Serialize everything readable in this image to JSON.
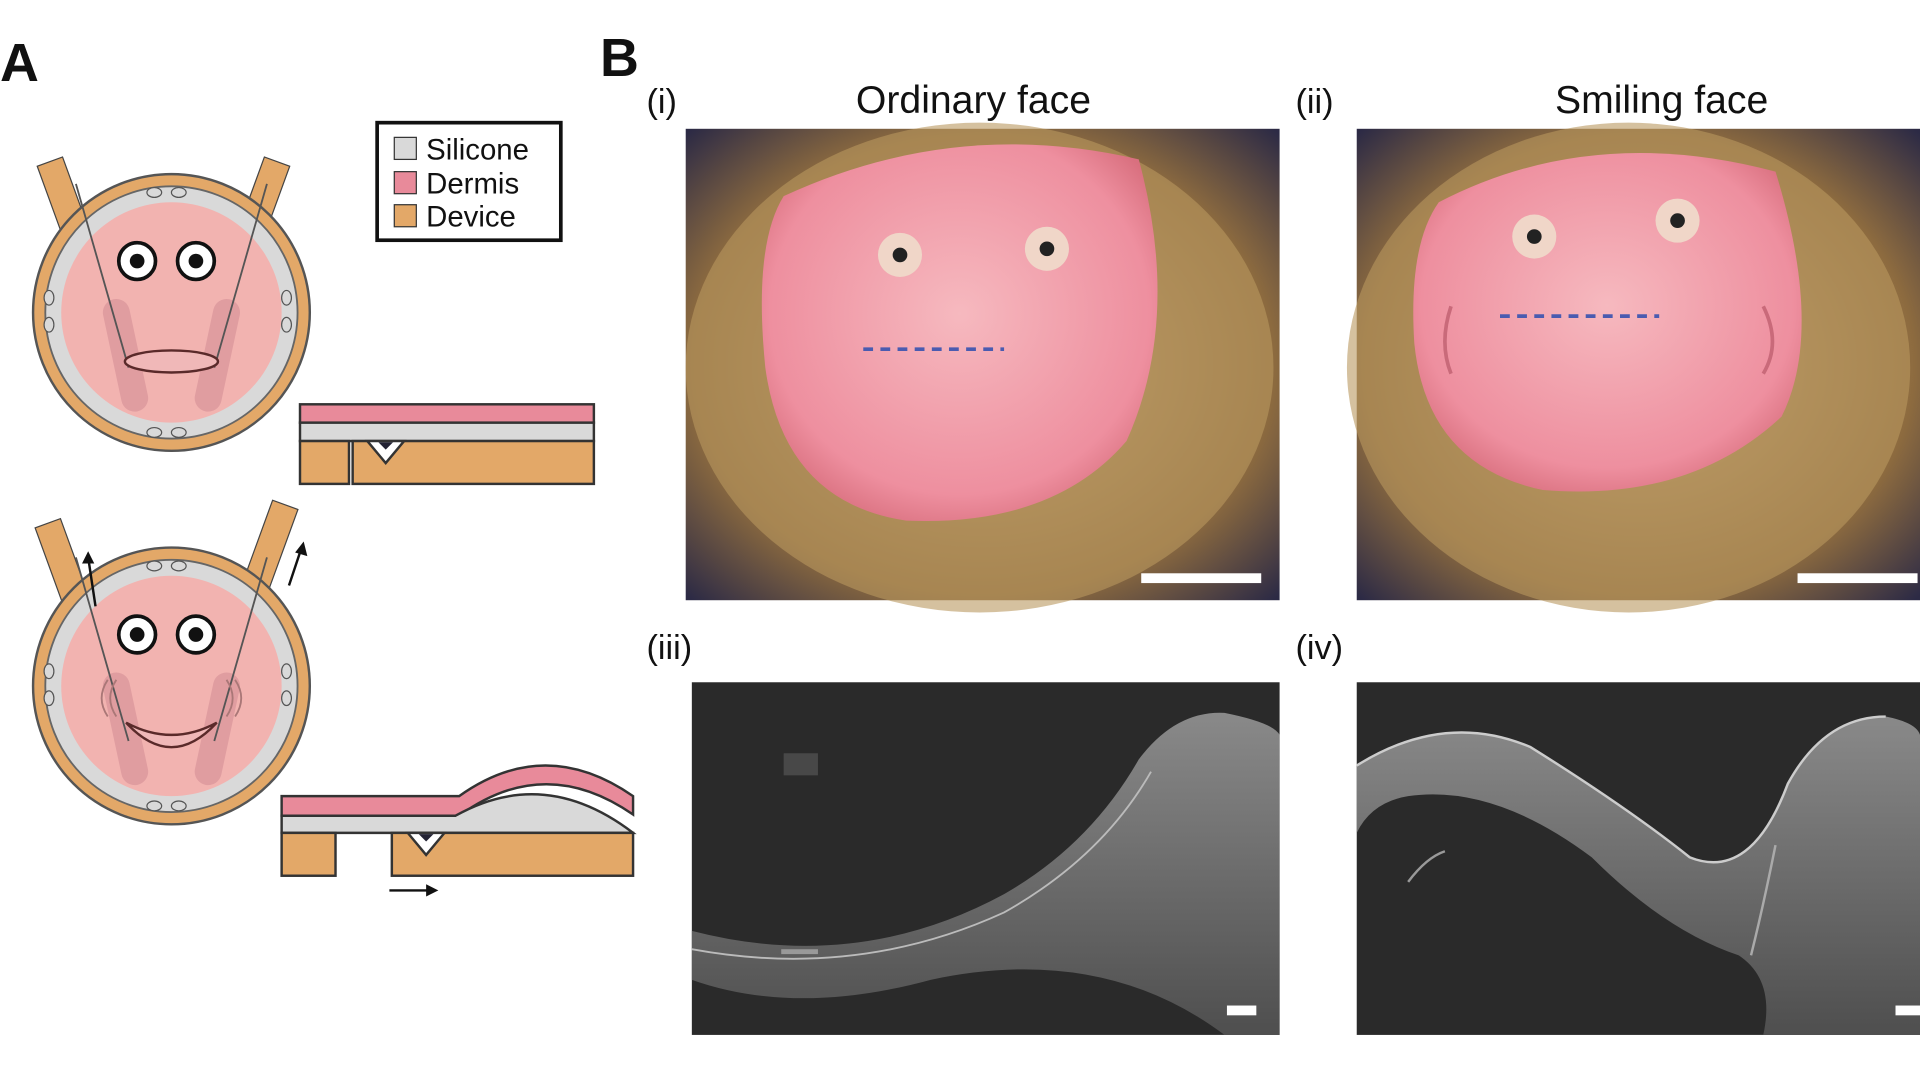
{
  "panels": {
    "a_label": "A",
    "b_label": "B"
  },
  "legend": {
    "items": [
      {
        "label": "Silicone",
        "color": "#d9d9d9"
      },
      {
        "label": "Dermis",
        "color": "#e88a9a"
      },
      {
        "label": "Device",
        "color": "#e3a868"
      }
    ]
  },
  "subpanels": {
    "i": {
      "label": "(i)",
      "title": "Ordinary face"
    },
    "ii": {
      "label": "(ii)",
      "title": "Smiling face"
    },
    "iii": {
      "label": "(iii)"
    },
    "iv": {
      "label": "(iv)"
    }
  },
  "colors": {
    "skin": "#f2a7ad",
    "ring": "#e3a868",
    "silicone": "#d9d9d9",
    "dermis": "#e88a9a",
    "dashed_line": "#4a5bb0",
    "oct_background": "#2a2a2a"
  }
}
